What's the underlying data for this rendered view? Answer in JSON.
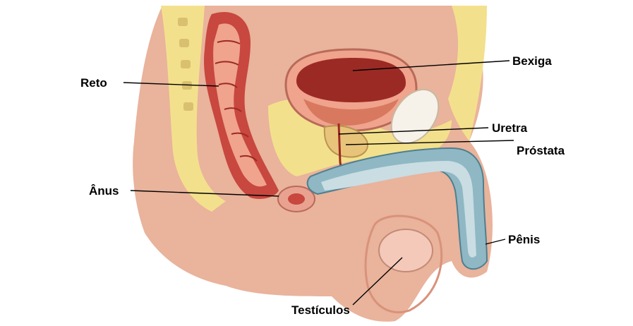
{
  "labels": {
    "reto": "Reto",
    "anus": "Ânus",
    "bexiga": "Bexiga",
    "uretra": "Uretra",
    "prostata": "Próstata",
    "penis": "Pênis",
    "testiculos": "Testículos"
  },
  "colors": {
    "background": "#ffffff",
    "skin": "#e9b39c",
    "skin_shadow": "#d9927a",
    "fat": "#f3e08c",
    "organ_red": "#c8473e",
    "organ_dark": "#9c2a24",
    "organ_light": "#f0a38d",
    "tissue_blue": "#8fb8c4",
    "leader_line": "#000000"
  }
}
